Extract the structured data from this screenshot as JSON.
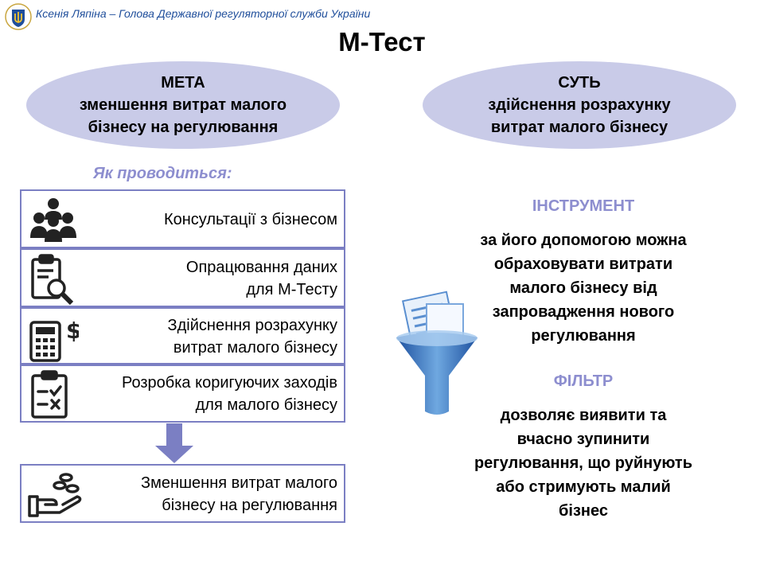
{
  "header": {
    "logo_icon": "ukraine-trident-shield-icon",
    "caption": "Ксенія Ляпіна – Голова Державної регуляторної служби України"
  },
  "title": "М-Тест",
  "goal": {
    "heading": "МЕТА",
    "line1": "зменшення витрат малого",
    "line2": "бізнесу на регулювання"
  },
  "essence": {
    "heading": "СУТЬ",
    "line1": "здійснення розрахунку",
    "line2": "витрат малого бізнесу"
  },
  "how_label": "Як проводиться:",
  "steps": [
    {
      "icon": "people-group-icon",
      "lines": [
        "Консультації з бізнесом"
      ]
    },
    {
      "icon": "clipboard-magnifier-icon",
      "lines": [
        "Опрацювання даних",
        "для М-Тесту"
      ]
    },
    {
      "icon": "calculator-dollar-icon",
      "lines": [
        "Здійснення розрахунку",
        "витрат малого бізнесу"
      ]
    },
    {
      "icon": "checklist-icon",
      "lines": [
        "Розробка коригуючих заходів",
        "для малого бізнесу"
      ]
    }
  ],
  "result": {
    "icon": "hand-coins-icon",
    "lines": [
      "Зменшення витрат малого",
      "бізнесу на регулювання"
    ]
  },
  "tool": {
    "heading": "ІНСТРУМЕНТ",
    "lines": [
      "за його допомогою можна",
      "обраховувати витрати",
      "малого бізнесу від",
      "запровадження нового",
      "регулювання"
    ]
  },
  "filter": {
    "heading": "ФІЛЬТР",
    "lines": [
      "дозволяє виявити та",
      "вчасно зупинити",
      "регулювання, що руйнують",
      "або стримують малий",
      "бізнес"
    ]
  },
  "funnel_icon": "document-funnel-icon",
  "colors": {
    "ellipse_fill": "#c9cbe8",
    "box_border": "#7b7fc3",
    "accent_text": "#8d8ecf",
    "arrow": "#7b7fc3",
    "header_text": "#1f4e9b"
  }
}
